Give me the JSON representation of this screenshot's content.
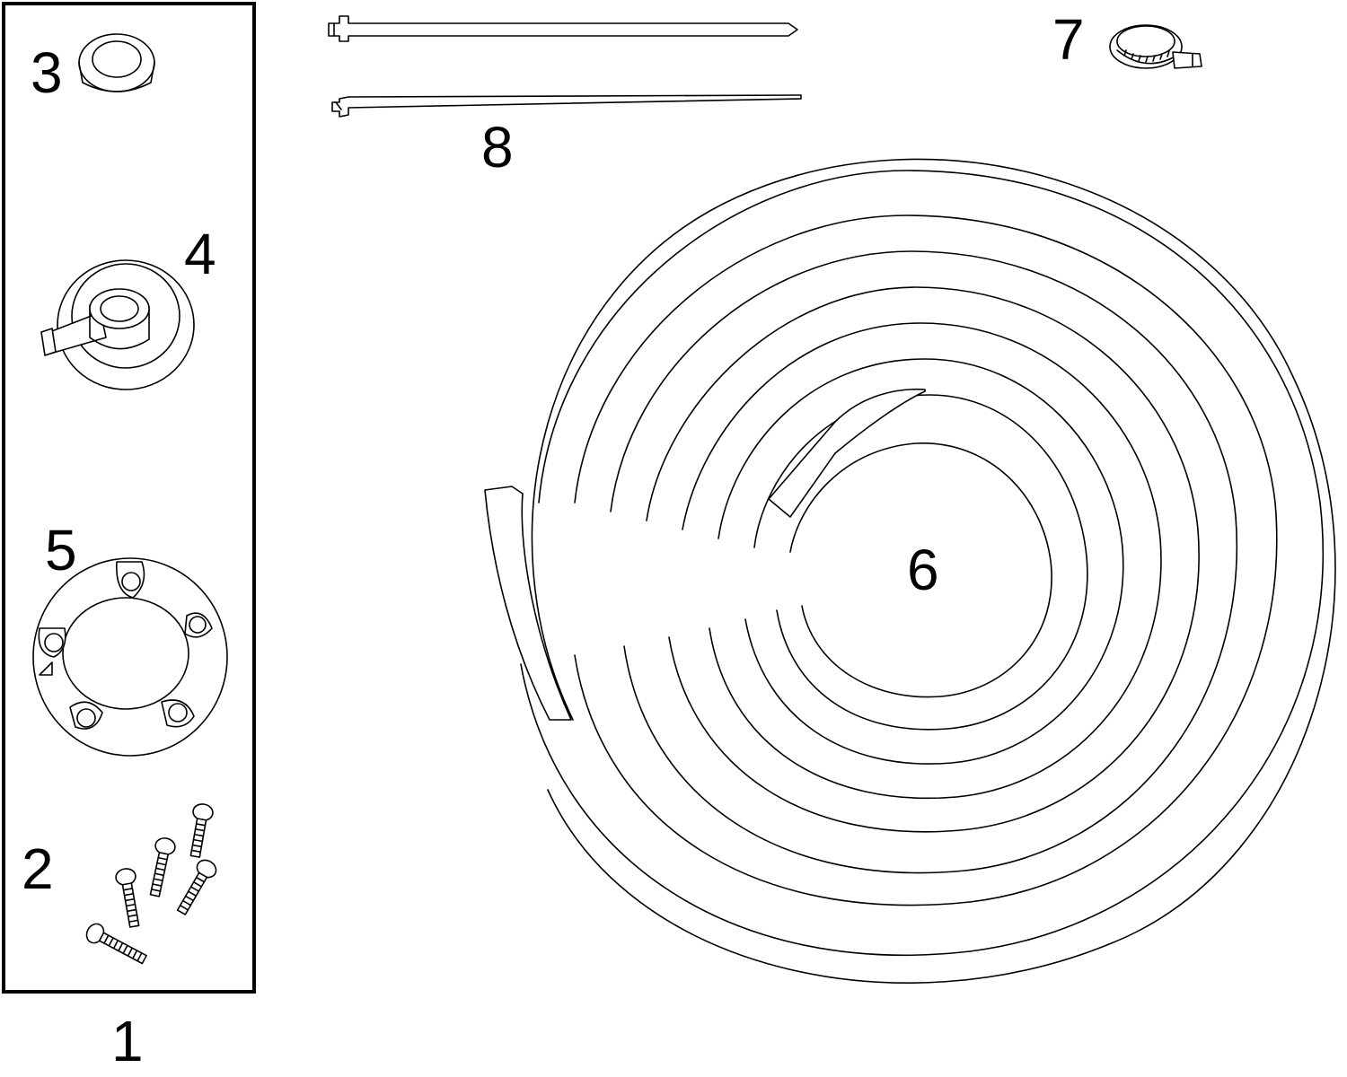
{
  "labels": {
    "kit": "1",
    "screws": "2",
    "grommet": "3",
    "fitting": "4",
    "flange": "5",
    "hose": "6",
    "clamp": "7",
    "ties": "8"
  },
  "colors": {
    "line": "#000000",
    "background": "#ffffff"
  }
}
